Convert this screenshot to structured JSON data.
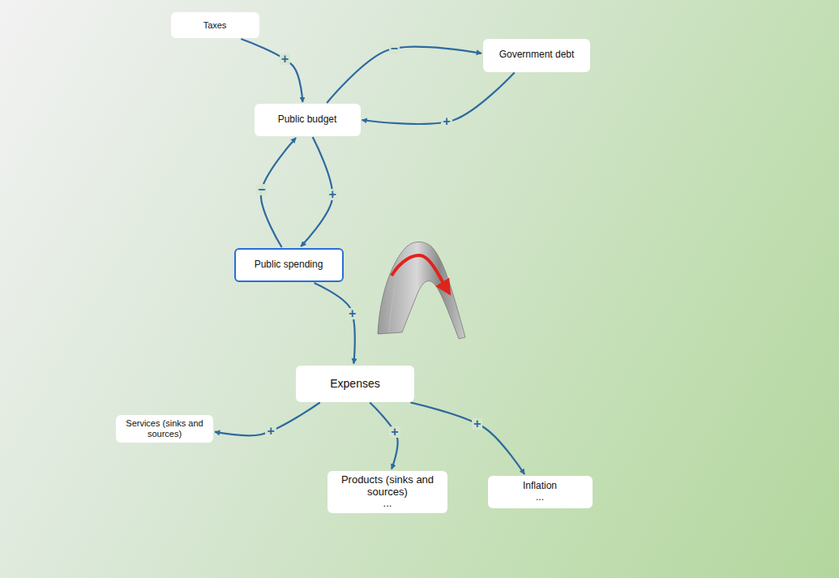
{
  "diagram": {
    "nodes": [
      {
        "text": [
          "Taxes"
        ]
      },
      {
        "text": [
          "Public budget"
        ]
      },
      {
        "text": [
          "Government debt"
        ]
      },
      {
        "text": [
          "Public spending"
        ]
      },
      {
        "text": [
          "Expenses"
        ]
      },
      {
        "text": [
          "Services (sinks and sources)"
        ]
      },
      {
        "text": [
          "Products (sinks and sources)",
          "..."
        ]
      },
      {
        "text": [
          "Inflation",
          "..."
        ]
      }
    ],
    "edges": [
      {
        "from": 0,
        "to": 1,
        "arrow": "to",
        "label": "+"
      },
      {
        "from": 1,
        "to": 2,
        "arrow": "to",
        "label": "−"
      },
      {
        "from": 2,
        "to": 1,
        "arrow": "to",
        "label": "+"
      },
      {
        "from": 1,
        "to": 3,
        "arrow": "to",
        "label": "+"
      },
      {
        "from": 3,
        "to": 1,
        "arrow": "to",
        "label": "−"
      },
      {
        "from": 3,
        "to": 4,
        "arrow": "to",
        "label": "+"
      },
      {
        "from": 4,
        "to": 5,
        "arrow": "to",
        "label": "+"
      },
      {
        "from": 4,
        "to": 6,
        "arrow": "to",
        "label": "+"
      },
      {
        "from": 4,
        "to": 7,
        "arrow": "to",
        "label": "+"
      }
    ]
  }
}
